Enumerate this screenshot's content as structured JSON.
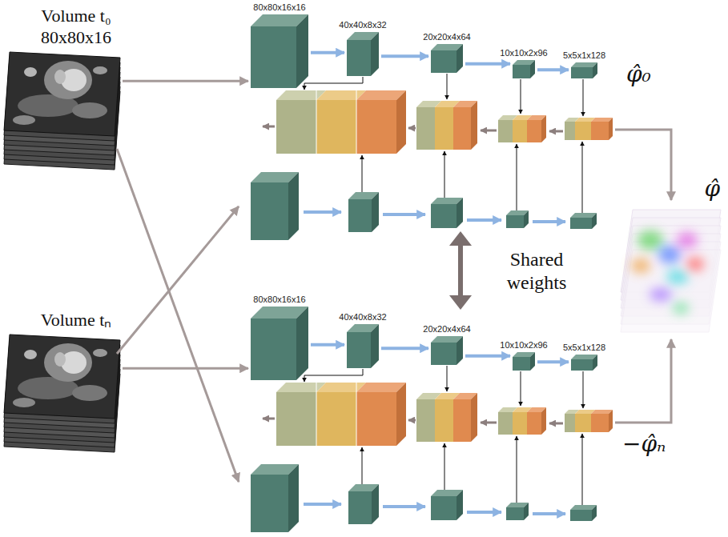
{
  "diagram": {
    "nodes": [
      {
        "text": [
          "Volume t₀",
          "80x80x16"
        ]
      },
      {
        "text": [
          "80x80x16x16"
        ]
      },
      {
        "text": [
          "40x40x8x32"
        ]
      },
      {
        "text": [
          "20x20x4x64"
        ]
      },
      {
        "text": [
          "10x10x2x96"
        ]
      },
      {
        "text": [
          "5x5x1x128"
        ]
      },
      {
        "text": [
          "Volume tₙ"
        ]
      },
      {
        "text": [
          "80x80x16x16"
        ]
      },
      {
        "text": [
          "40x40x8x32"
        ]
      },
      {
        "text": [
          "20x20x4x64"
        ]
      },
      {
        "text": [
          "10x10x2x96"
        ]
      },
      {
        "text": [
          "5x5x1x128"
        ]
      },
      {
        "text": [
          "φ̂"
        ]
      }
    ],
    "edges": [
      {
        "from": 0,
        "to": 1,
        "arrow": "to"
      },
      {
        "from": 6,
        "to": 7,
        "arrow": "to"
      },
      {
        "from": 1,
        "to": 2,
        "arrow": "to"
      },
      {
        "from": 2,
        "to": 3,
        "arrow": "to"
      },
      {
        "from": 3,
        "to": 4,
        "arrow": "to"
      },
      {
        "from": 4,
        "to": 5,
        "arrow": "to"
      },
      {
        "from": 7,
        "to": 8,
        "arrow": "to"
      },
      {
        "from": 8,
        "to": 9,
        "arrow": "to"
      },
      {
        "from": 9,
        "to": 10,
        "arrow": "to"
      },
      {
        "from": 10,
        "to": 11,
        "arrow": "to"
      }
    ],
    "labels": [
      "Shared weights",
      "φ̂₀",
      "−φ̂ₙ"
    ]
  }
}
